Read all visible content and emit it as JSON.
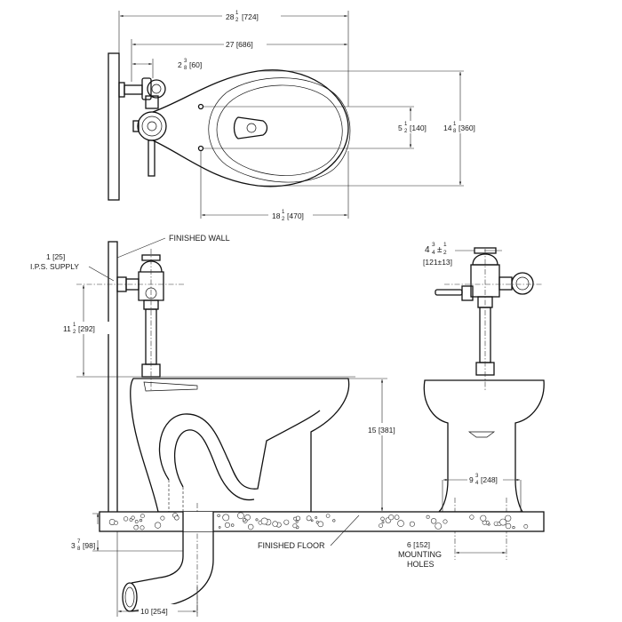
{
  "labels": {
    "finished_wall": "FINISHED WALL",
    "finished_floor": "FINISHED FLOOR",
    "ips_size": "1 [25]",
    "ips_supply": "I.P.S. SUPPLY",
    "mounting": "MOUNTING",
    "holes": "HOLES"
  },
  "dimensions": {
    "overall_length": {
      "whole": "28",
      "num": "1",
      "den": "2",
      "metric": "[724]"
    },
    "bowl_length": {
      "text": "27 [686]"
    },
    "valve_offset": {
      "whole": "2",
      "num": "3",
      "den": "8",
      "metric": "[60]"
    },
    "bolt_spacing": {
      "whole": "5",
      "num": "1",
      "den": "2",
      "metric": "[140]"
    },
    "bowl_width": {
      "whole": "14",
      "num": "1",
      "den": "8",
      "metric": "[360]"
    },
    "bolt_to_front": {
      "whole": "18",
      "num": "1",
      "den": "2",
      "metric": "[470]"
    },
    "supply_height": {
      "whole": "11",
      "num": "1",
      "den": "2",
      "metric": "[292]"
    },
    "rim_height": {
      "text": "15 [381]"
    },
    "valve_projection": {
      "whole": "4",
      "num1": "3",
      "den1": "4",
      "pm": "±",
      "num2": "1",
      "den2": "2",
      "metric": "[121±13]"
    },
    "base_width": {
      "whole": "9",
      "num": "3",
      "den": "4",
      "metric": "[248]"
    },
    "mounting_spacing": {
      "text": "6 [152]"
    },
    "outlet_height": {
      "whole": "3",
      "num": "7",
      "den": "8",
      "metric": "[98]"
    },
    "rough_in": {
      "text": "10 [254]"
    }
  }
}
